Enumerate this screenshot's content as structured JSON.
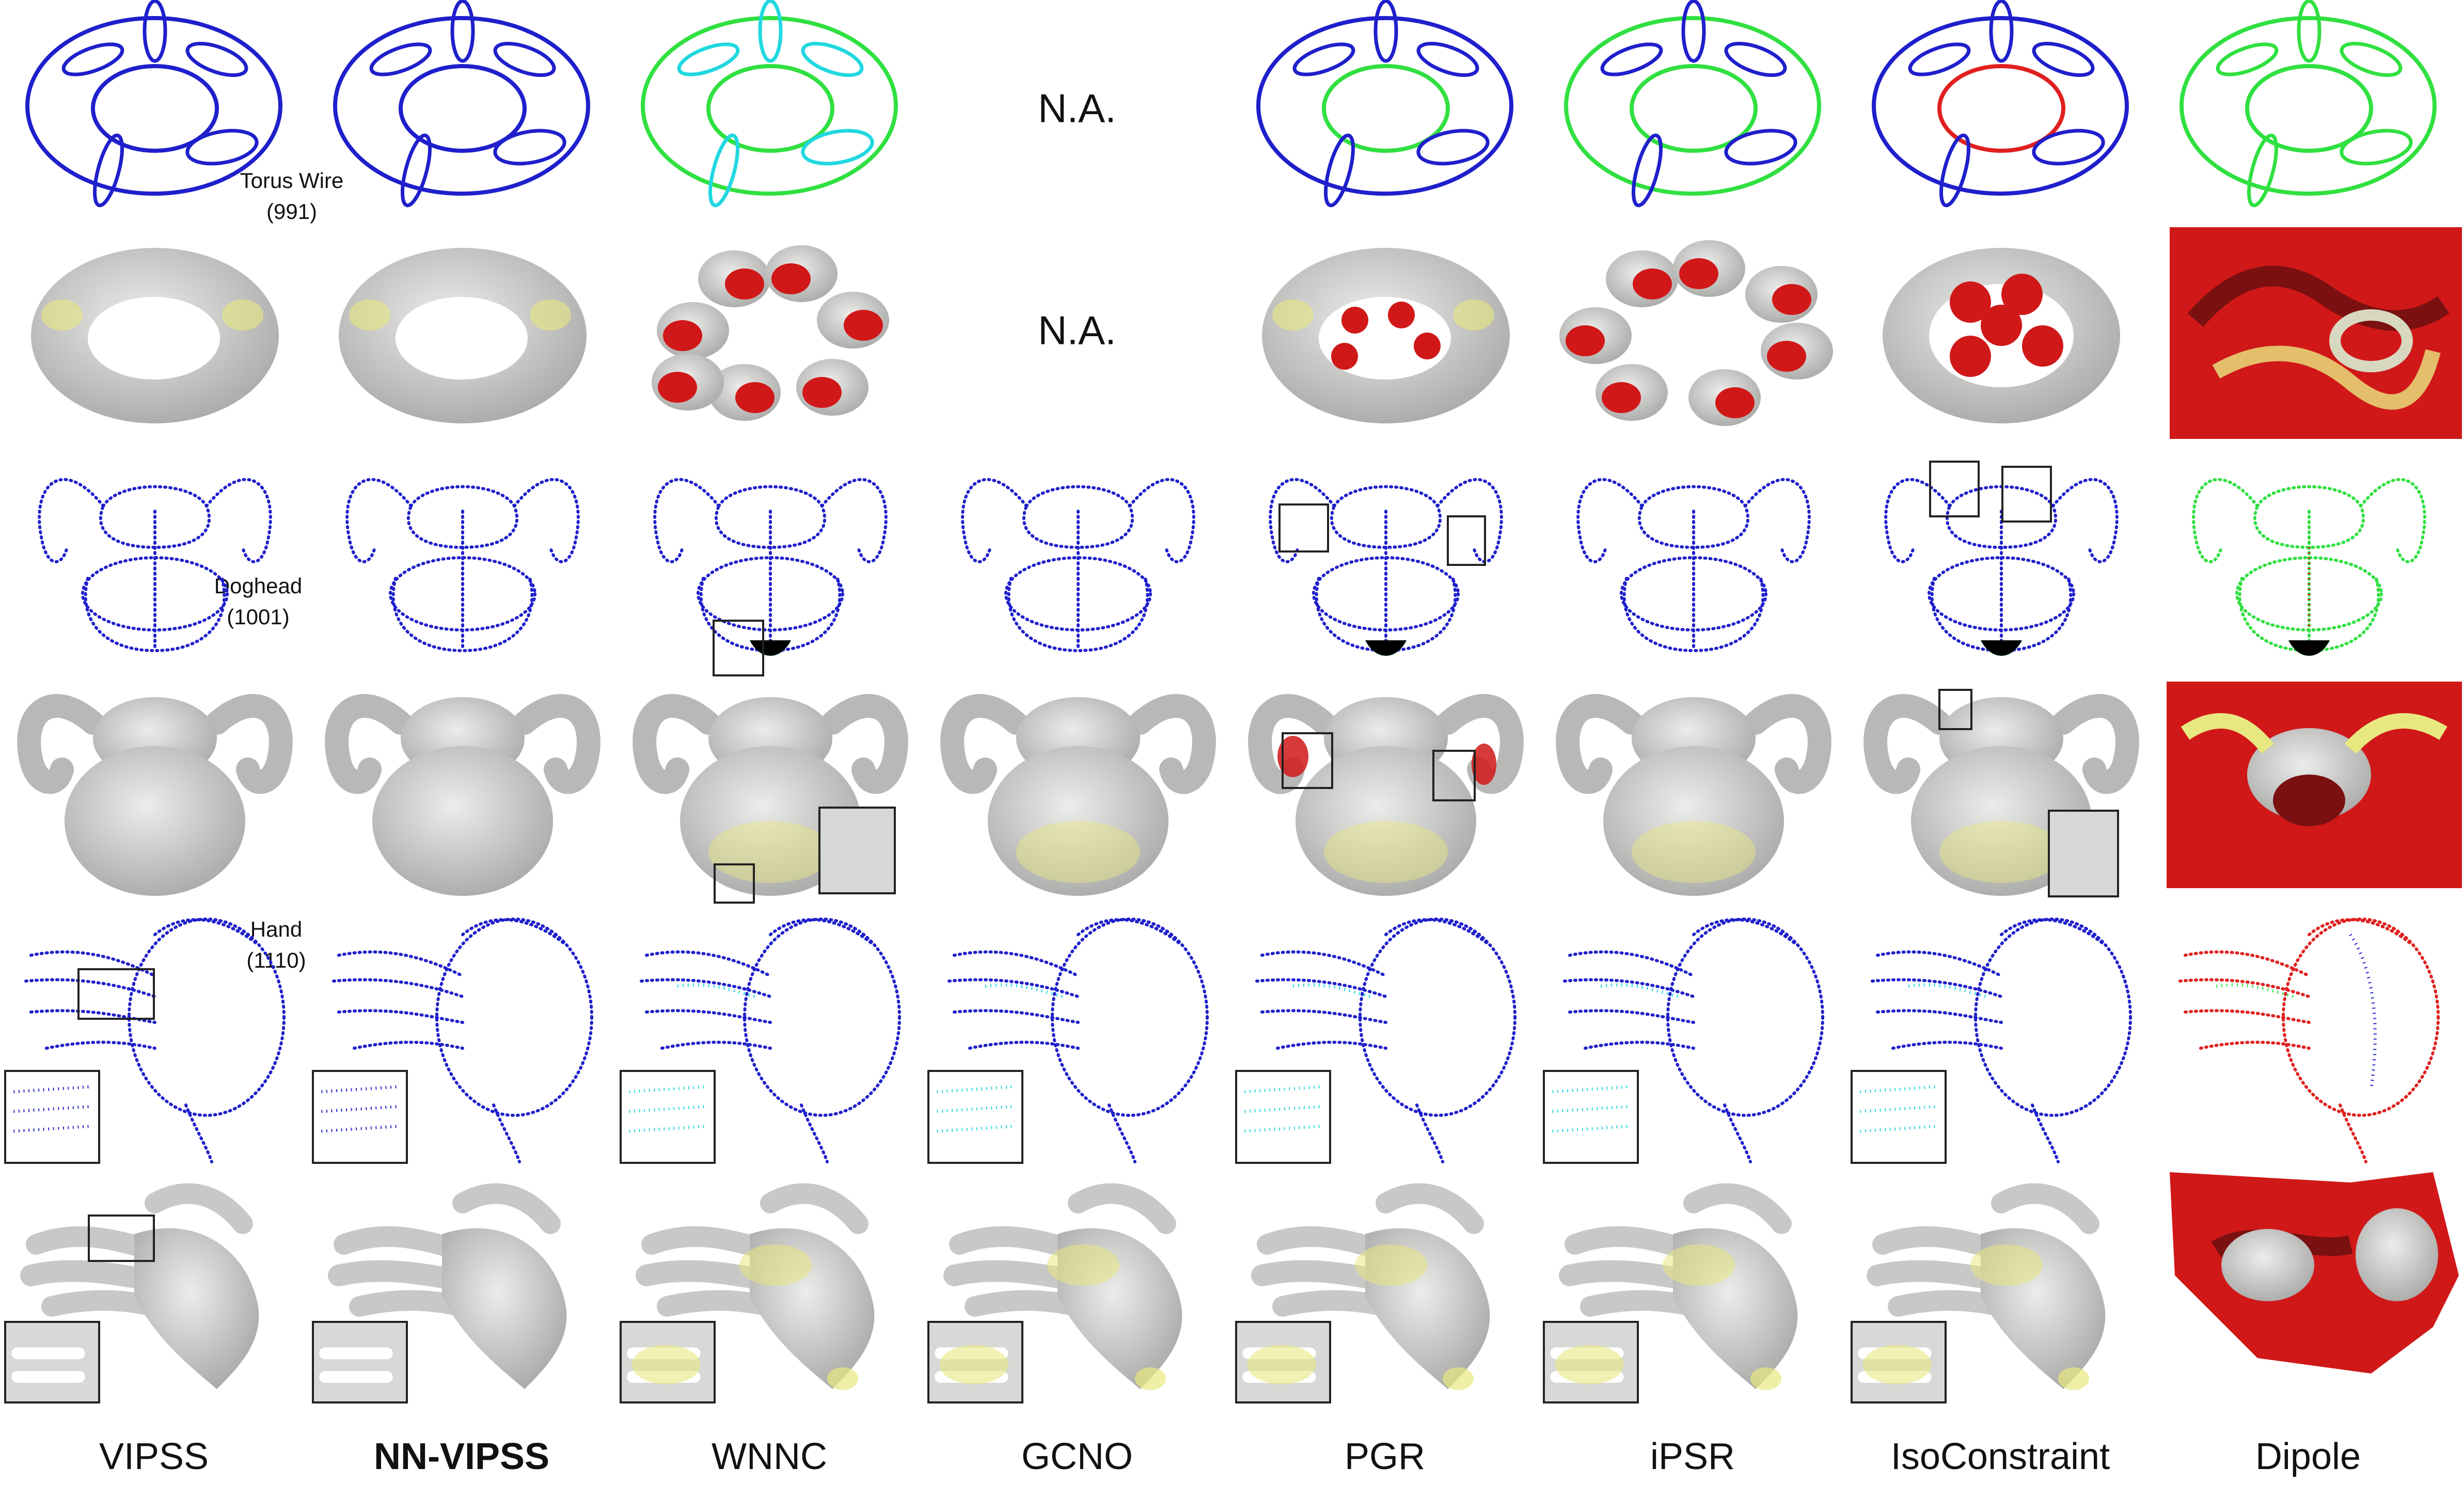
{
  "methods": [
    {
      "name": "VIPSS",
      "bold": false
    },
    {
      "name": "NN-VIPSS",
      "bold": true
    },
    {
      "name": "WNNC",
      "bold": false
    },
    {
      "name": "GCNO",
      "bold": false
    },
    {
      "name": "PGR",
      "bold": false
    },
    {
      "name": "iPSR",
      "bold": false
    },
    {
      "name": "IsoConstraint",
      "bold": false
    },
    {
      "name": "Dipole",
      "bold": false
    }
  ],
  "datasets": [
    {
      "name": "Torus Wire",
      "count": "(991)"
    },
    {
      "name": "Doghead",
      "count": "(1001)"
    },
    {
      "name": "Hand",
      "count": "(1110)"
    }
  ],
  "not_available": "N.A.",
  "colors": {
    "wire_blue": "#1f1fcc",
    "wire_cyan": "#20d8e0",
    "wire_green": "#30e040",
    "wire_red": "#e02020",
    "surface_gray": "#d4d4d2",
    "error_yellow": "#e8e880",
    "error_red": "#d01818"
  }
}
